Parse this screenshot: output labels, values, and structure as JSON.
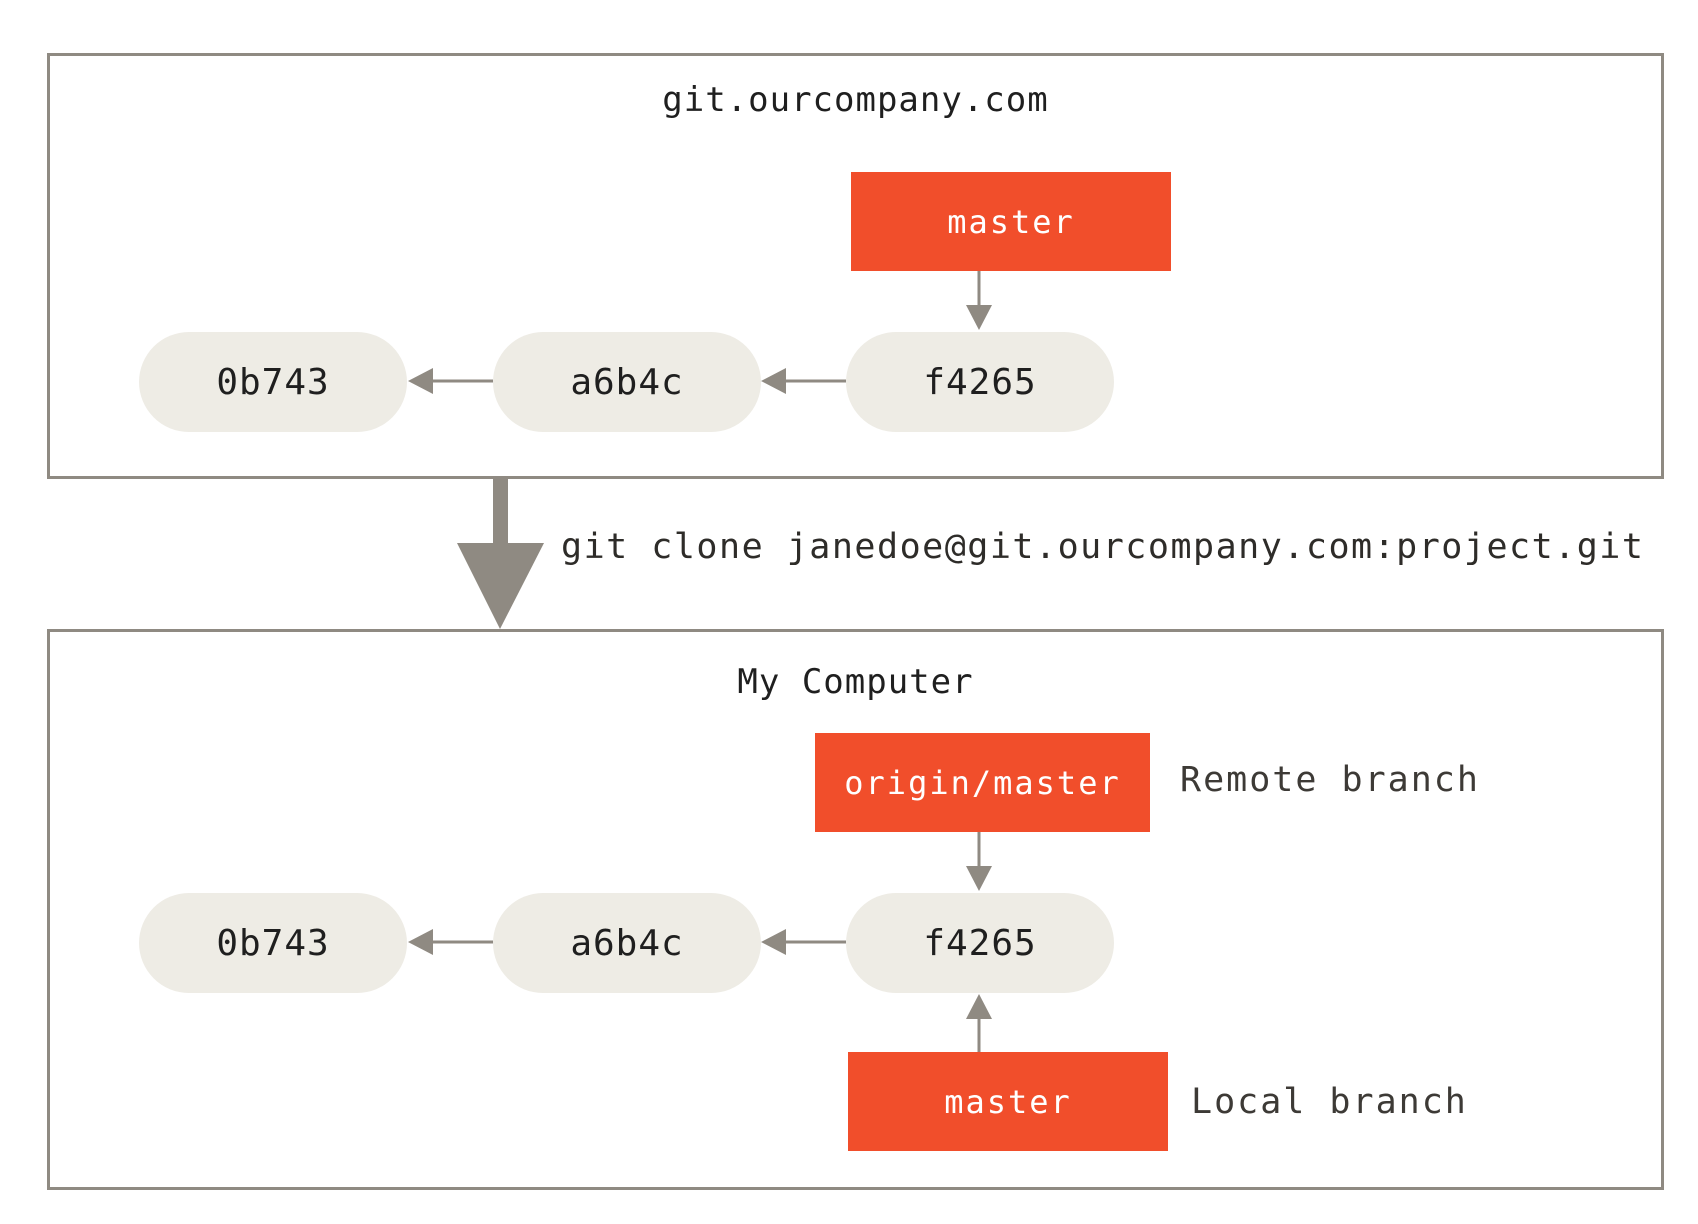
{
  "remote": {
    "title": "git.ourcompany.com",
    "commits": [
      "0b743",
      "a6b4c",
      "f4265"
    ],
    "branch": "master"
  },
  "command": "git clone janedoe@git.ourcompany.com:project.git",
  "local": {
    "title": "My Computer",
    "commits": [
      "0b743",
      "a6b4c",
      "f4265"
    ],
    "remote_branch": "origin/master",
    "remote_branch_label": "Remote branch",
    "local_branch": "master",
    "local_branch_label": "Local branch"
  },
  "colors": {
    "branch": "#f14e2b",
    "commit": "#eeece5",
    "arrow": "#8f8a82",
    "border": "#8f8a82"
  }
}
